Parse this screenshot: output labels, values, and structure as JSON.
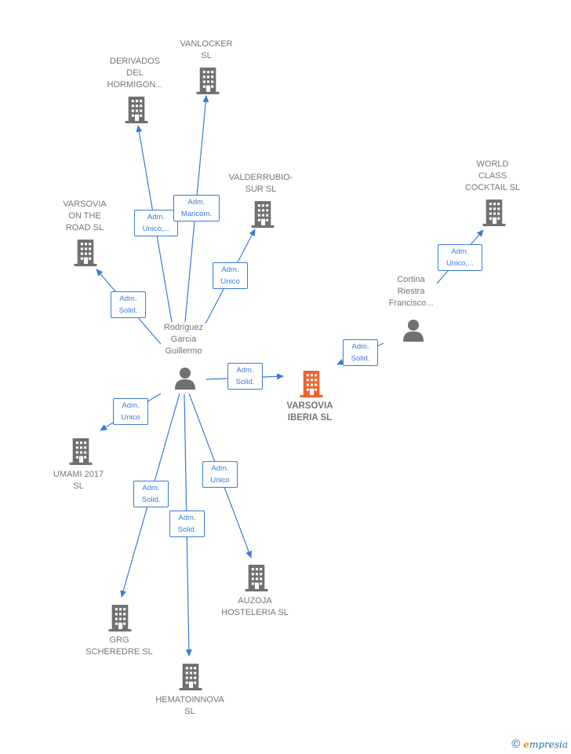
{
  "persons": {
    "rodriguez": "Rodriguez\nGarcia\nGuillermo",
    "cortina": "Cortina\nRiestra\nFrancisco..."
  },
  "companies": {
    "vanlocker": "VANLOCKER\nSL",
    "derivados": "DERIVADOS\nDEL\nHORMIGON...",
    "valderrubio": "VALDERRUBIO-\nSUR SL",
    "varsovia_road": "VARSOVIA\nON THE\nROAD  SL",
    "world_class": "WORLD\nCLASS\nCOCKTAIL  SL",
    "varsovia_iberia": "VARSOVIA\nIBERIA  SL",
    "umami": "UMAMI 2017\nSL",
    "grg": "GRG\nSCHEREDRE SL",
    "hematoinnova": "HEMATOINNOVA\nSL",
    "auzoja": "AUZOJA\nHOSTELERIA SL"
  },
  "edges": {
    "derivados": "Adm.\nUnico,...",
    "vanlocker": "Adm.\nMancom.",
    "valderrubio": "Adm.\nUnico",
    "varsovia_road": "Adm.\nSolid.",
    "varsovia_iberia": "Adm.\nSolid.",
    "umami": "Adm.\nUnico",
    "grg": "Adm.\nSolid.",
    "hematoinnova": "Adm.\nSolid.",
    "auzoja": "Adm.\nUnico",
    "world_class": "Adm.\nUnico,...",
    "cortina_iberia": "Adm.\nSolid."
  },
  "colors": {
    "edge": "#3a7bd5",
    "company_icon": "#707070",
    "highlight_icon": "#f0622d",
    "person_icon": "#707070"
  },
  "footer": {
    "copyright": "©",
    "brand_initial": "e",
    "brand_rest": "mpresia"
  }
}
